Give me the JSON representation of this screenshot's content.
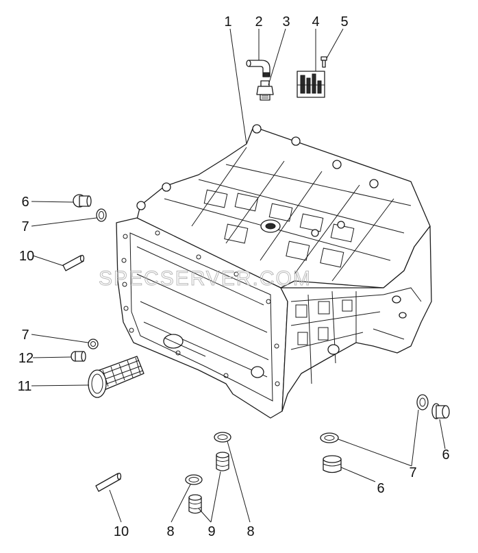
{
  "watermark": "SPECSERVER.COM",
  "callouts": {
    "c1": "1",
    "c2": "2",
    "c3": "3",
    "c4": "4",
    "c5": "5",
    "c6a": "6",
    "c7a": "7",
    "c10a": "10",
    "c7b": "7",
    "c12": "12",
    "c11": "11",
    "c10b": "10",
    "c8a": "8",
    "c9": "9",
    "c8b": "8",
    "c6b": "6",
    "c7c": "7",
    "c6c": "6"
  }
}
